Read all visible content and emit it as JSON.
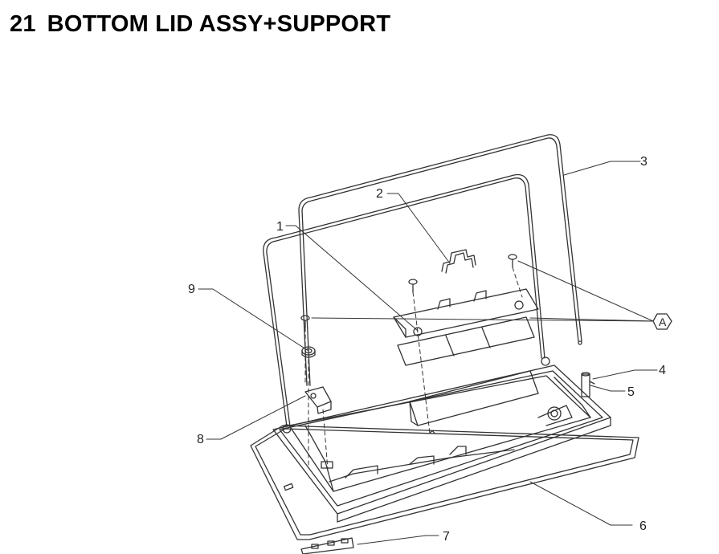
{
  "page": {
    "section_number": "21",
    "section_title": "BOTTOM LID ASSY+SUPPORT"
  },
  "callouts": {
    "c1": "1",
    "c2": "2",
    "c3": "3",
    "c4": "4",
    "c5": "5",
    "c6": "6",
    "c7": "7",
    "c8": "8",
    "c9": "9",
    "cA": "A"
  }
}
